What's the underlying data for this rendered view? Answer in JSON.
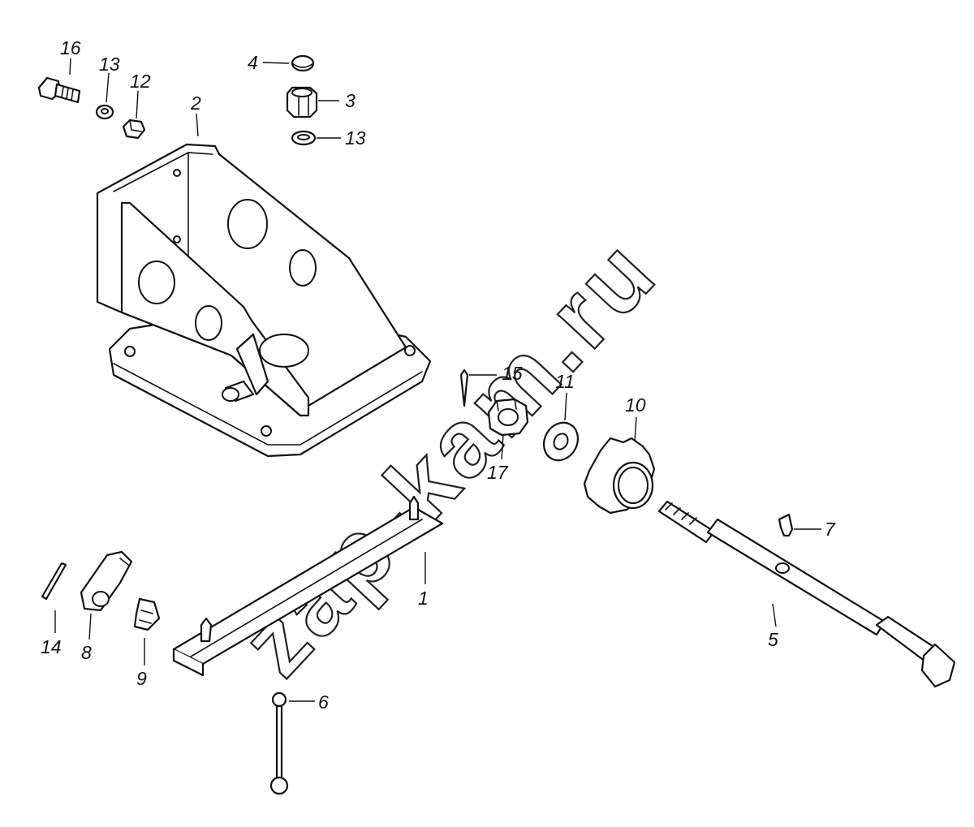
{
  "labels": {
    "l16": "16",
    "l13a": "13",
    "l12": "12",
    "l2": "2",
    "l4": "4",
    "l3": "3",
    "l13b": "13",
    "l15": "15",
    "l11": "11",
    "l10": "10",
    "l17": "17",
    "l7": "7",
    "l1": "1",
    "l5": "5",
    "l14": "14",
    "l8": "8",
    "l9": "9",
    "l6": "6"
  },
  "watermark": "zap-kam.ru"
}
